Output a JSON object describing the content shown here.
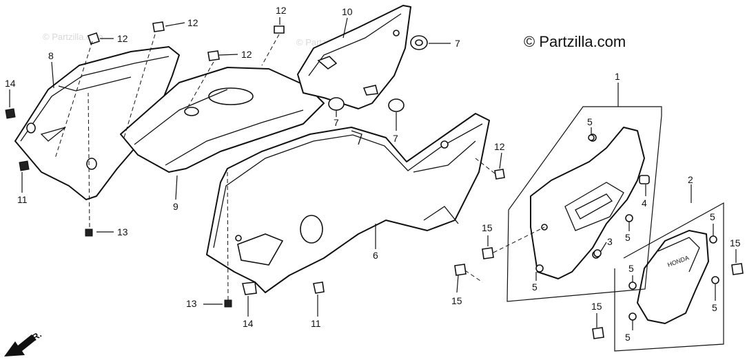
{
  "copyright": "© Partzilla.com",
  "watermark": "© Partzilla.com",
  "direction_label": "FR.",
  "callouts": [
    "12",
    "12",
    "12",
    "12",
    "10",
    "7",
    "7",
    "7",
    "7",
    "8",
    "14",
    "11",
    "9",
    "13",
    "12",
    "1",
    "5",
    "4",
    "2",
    "15",
    "5",
    "3",
    "5",
    "5",
    "15",
    "5",
    "6",
    "13",
    "14",
    "11",
    "15",
    "15",
    "5",
    "5",
    "5"
  ]
}
